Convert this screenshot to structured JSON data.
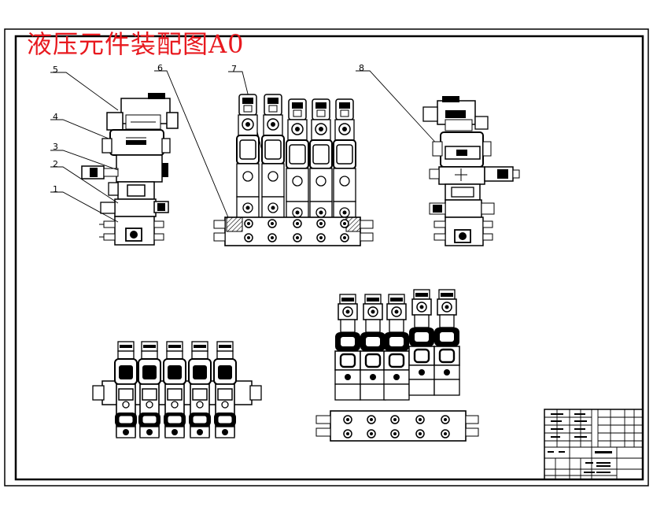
{
  "title": "液压元件装配图A0",
  "callouts": [
    "1",
    "2",
    "3",
    "4",
    "5",
    "6",
    "7",
    "8"
  ],
  "colors": {
    "title": "#e8191f",
    "line": "#000000",
    "background": "#ffffff"
  }
}
